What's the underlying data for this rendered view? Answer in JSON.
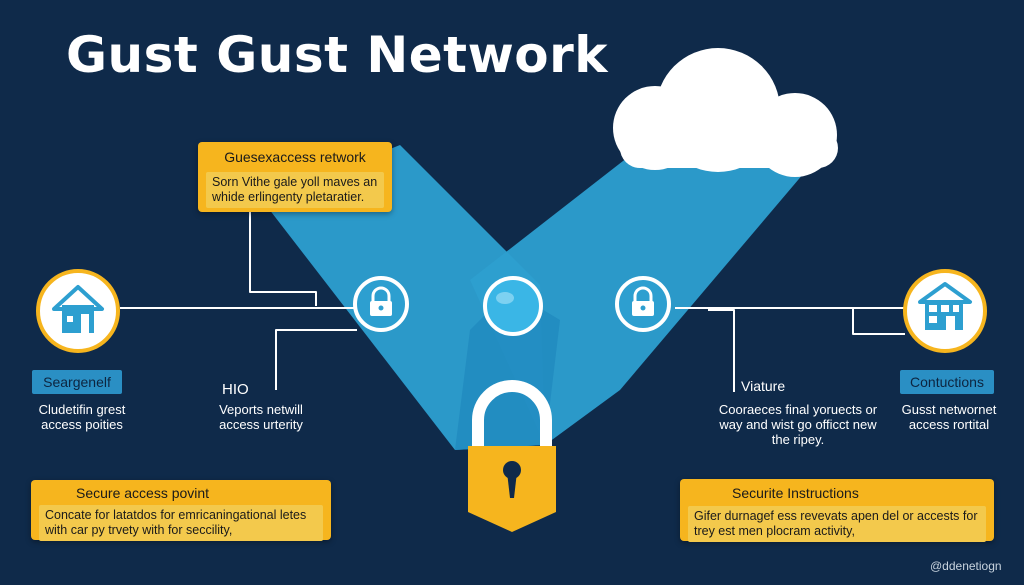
{
  "title": "Gust Gust Network",
  "colors": {
    "background": "#0f2a4a",
    "beam": "#2d9fd0",
    "accent_yellow": "#f6b51e",
    "cloud": "#ffffff",
    "tag_blue": "#2a8fc4"
  },
  "icons": {
    "left_node": "house-icon",
    "right_node": "building-icon",
    "left_lock": "padlock-icon",
    "right_lock": "padlock-icon",
    "center_node": "globe-icon",
    "bottom": "large-padlock-icon",
    "top_right": "cloud-icon"
  },
  "callouts": {
    "top": {
      "heading": "Guesexaccess retwork",
      "body": "Sorn Vithe gale yoll maves an whide erlingenty pletaratier."
    },
    "bottom_left": {
      "heading": "Secure access povint",
      "body": "Concate for latatdos for emricaningational letes with car py trvety with for seccility,"
    },
    "bottom_right": {
      "heading": "Securite Instructions",
      "body": "Gifer durnagef ess revevats apen del or accests for trey est men plocram activity,"
    }
  },
  "left_node": {
    "tag": "Seargenelf",
    "description": "Cludetifin grest access poities"
  },
  "right_node": {
    "tag": "Contuctions",
    "description": "Gusst networnet access rortital"
  },
  "center_left": {
    "heading": "HIO",
    "description": "Veports netwill access urterity"
  },
  "center_right": {
    "heading": "Viature",
    "description": "Cooraeces final yoruects or way and wist go officct new the ripey."
  },
  "watermark": "@ddenetiogn"
}
